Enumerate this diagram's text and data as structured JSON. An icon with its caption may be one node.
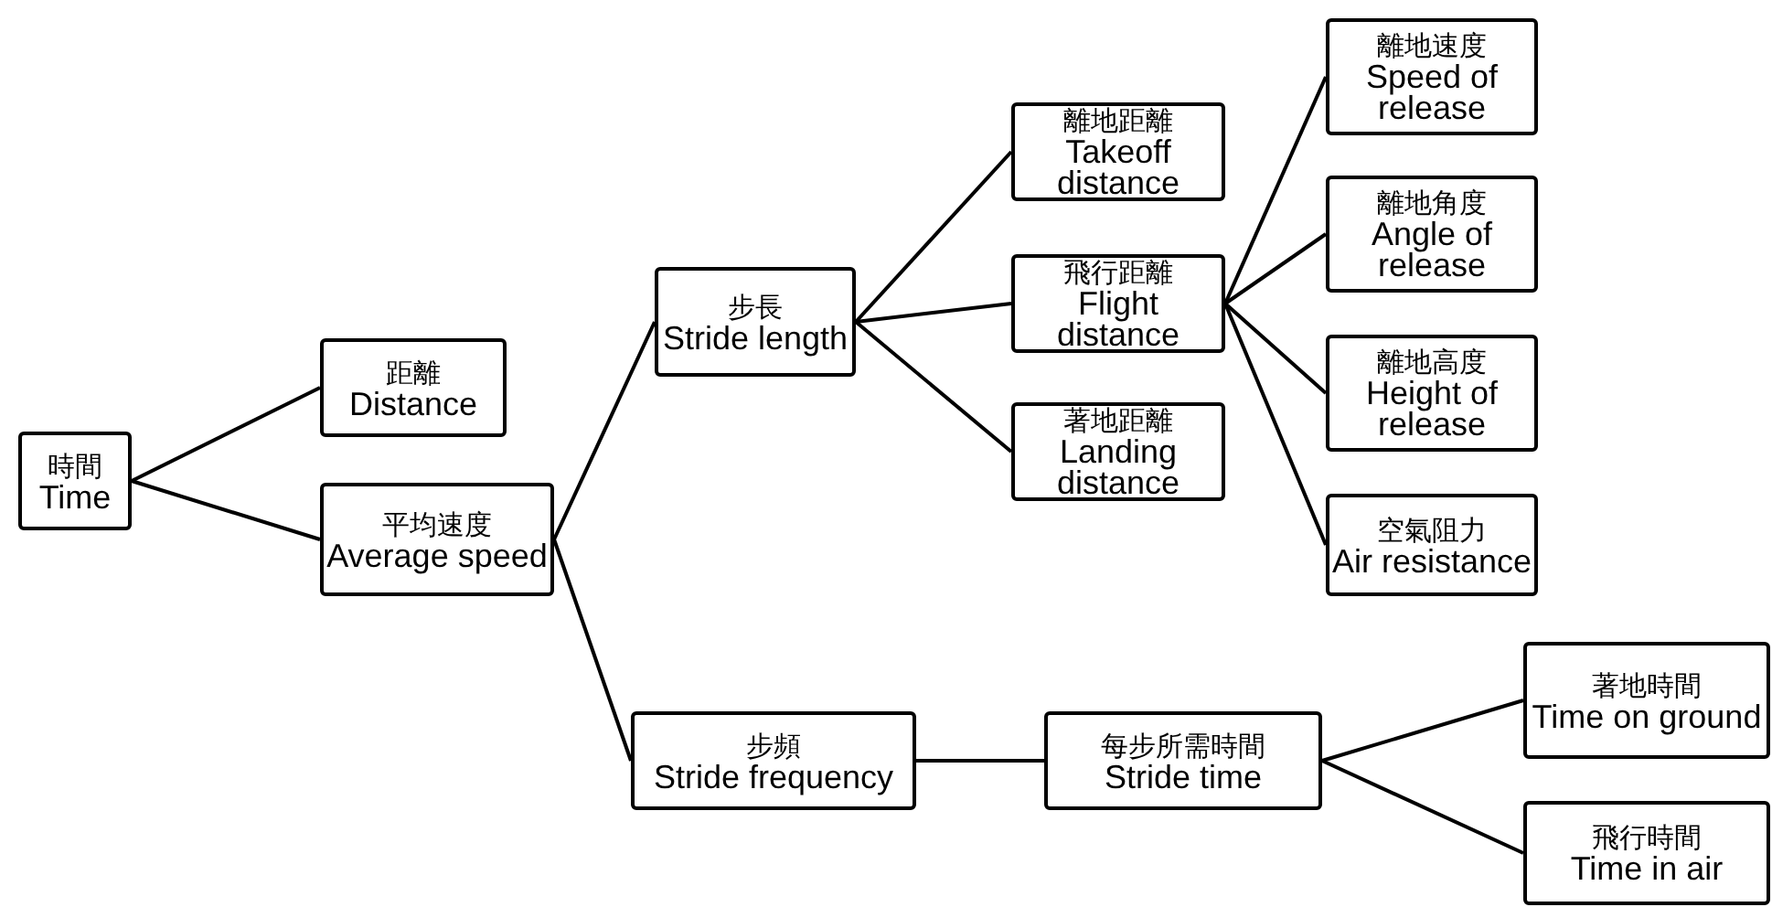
{
  "diagram": {
    "nodes": [
      {
        "text": [
          "時間",
          "Time"
        ]
      },
      {
        "text": [
          "距離",
          "Distance"
        ]
      },
      {
        "text": [
          "平均速度",
          "Average speed"
        ]
      },
      {
        "text": [
          "步長",
          "Stride length"
        ]
      },
      {
        "text": [
          "步頻",
          "Stride frequency"
        ]
      },
      {
        "text": [
          "離地距離",
          "Takeoff distance"
        ]
      },
      {
        "text": [
          "飛行距離",
          "Flight distance"
        ]
      },
      {
        "text": [
          "著地距離",
          "Landing distance"
        ]
      },
      {
        "text": [
          "每步所需時間",
          "Stride time"
        ]
      },
      {
        "text": [
          "離地速度",
          "Speed of release"
        ]
      },
      {
        "text": [
          "離地角度",
          "Angle of release"
        ]
      },
      {
        "text": [
          "離地高度",
          "Height of release"
        ]
      },
      {
        "text": [
          "空氣阻力",
          "Air resistance"
        ]
      },
      {
        "text": [
          "著地時間",
          "Time on ground"
        ]
      },
      {
        "text": [
          "飛行時間",
          "Time in air"
        ]
      }
    ],
    "edges": [
      {
        "from": 0,
        "to": 1,
        "arrow": "none"
      },
      {
        "from": 0,
        "to": 2,
        "arrow": "none"
      },
      {
        "from": 2,
        "to": 3,
        "arrow": "none"
      },
      {
        "from": 2,
        "to": 4,
        "arrow": "none"
      },
      {
        "from": 3,
        "to": 5,
        "arrow": "none"
      },
      {
        "from": 3,
        "to": 6,
        "arrow": "none"
      },
      {
        "from": 3,
        "to": 7,
        "arrow": "none"
      },
      {
        "from": 6,
        "to": 9,
        "arrow": "none"
      },
      {
        "from": 6,
        "to": 10,
        "arrow": "none"
      },
      {
        "from": 6,
        "to": 11,
        "arrow": "none"
      },
      {
        "from": 6,
        "to": 12,
        "arrow": "none"
      },
      {
        "from": 4,
        "to": 8,
        "arrow": "none"
      },
      {
        "from": 8,
        "to": 13,
        "arrow": "none"
      },
      {
        "from": 8,
        "to": 14,
        "arrow": "none"
      }
    ]
  }
}
